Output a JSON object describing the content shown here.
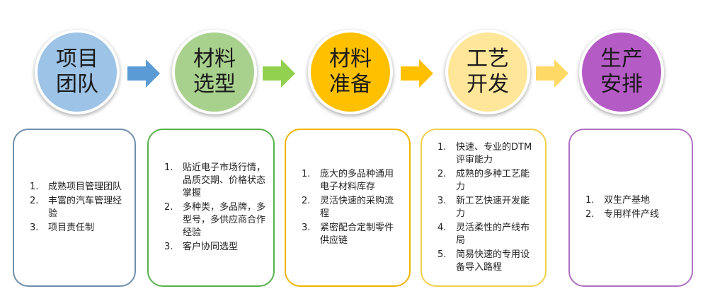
{
  "colors": {
    "team": "#9dc3e6",
    "material_selection": "#a9d18e",
    "material_prep": "#ffc000",
    "process": "#ffe699",
    "production": "#b55bc6",
    "arrow_blue": "#5b9bd5",
    "arrow_green": "#92d050",
    "arrow_orange": "#ffc000",
    "arrow_yellow": "#ffd966"
  },
  "stages": [
    {
      "title_line1": "项目",
      "title_line2": "团队",
      "items": [
        "成熟项目管理团队",
        "丰富的汽车管理经验",
        "项目责任制"
      ]
    },
    {
      "title_line1": "材料",
      "title_line2": "选型",
      "items": [
        "贴近电子市场行情，品质交期、价格状态掌握",
        "多种类，多品牌，多型号，多供应商合作经验",
        "客户协同选型"
      ]
    },
    {
      "title_line1": "材料",
      "title_line2": "准备",
      "items": [
        "庞大的多品种通用电子材料库存",
        "灵活快速的采购流程",
        "紧密配合定制零件供应链"
      ]
    },
    {
      "title_line1": "工艺",
      "title_line2": "开发",
      "items": [
        "快速、专业的DTM评审能力",
        "成熟的多种工艺能力",
        "新工艺快速开发能力",
        "灵活柔性的产线布局",
        "简易快速的专用设备导入路程"
      ]
    },
    {
      "title_line1": "生产",
      "title_line2": "安排",
      "items": [
        "双生产基地",
        "专用样件产线"
      ]
    }
  ]
}
